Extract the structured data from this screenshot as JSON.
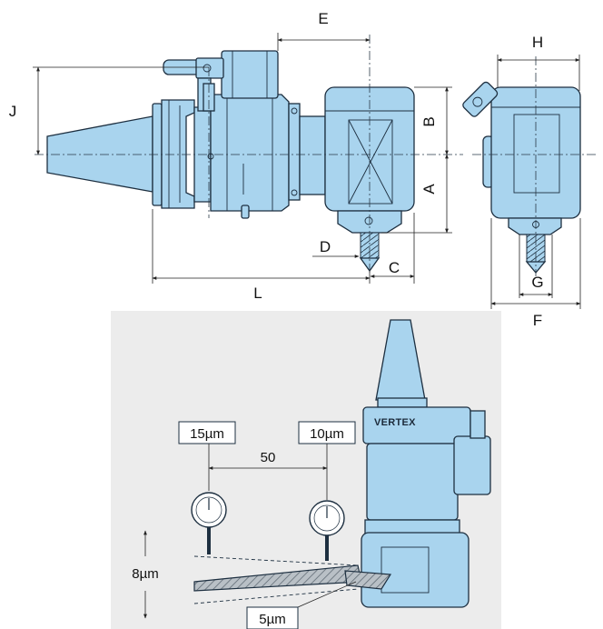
{
  "dimension_labels": {
    "E": "E",
    "H": "H",
    "J": "J",
    "B": "B",
    "A": "A",
    "D": "D",
    "C": "C",
    "L": "L",
    "G": "G",
    "F": "F"
  },
  "runout_diagram": {
    "gauge_left": "15µm",
    "gauge_right": "10µm",
    "distance": "50",
    "deflection": "8µm",
    "tip": "5µm",
    "brand": "VERTEX"
  },
  "colors": {
    "body": "#a9d4ee",
    "outline": "#1d2f40",
    "photo_bg": "#ececec"
  }
}
